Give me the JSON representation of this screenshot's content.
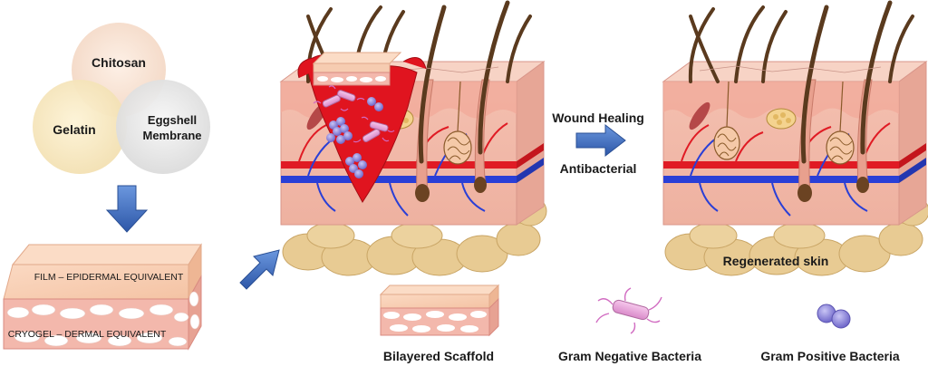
{
  "venn": {
    "circle_top": "Chitosan",
    "circle_left": "Gelatin",
    "circle_right_line1": "Eggshell",
    "circle_right_line2": "Membrane"
  },
  "scaffold": {
    "film_label": "FILM – EPIDERMAL EQUIVALENT",
    "cryogel_label": "CRYOGEL – DERMAL EQUIVALENT"
  },
  "process": {
    "healing_label": "Wound Healing",
    "antibacterial_label": "Antibacterial",
    "result_label": "Regenerated skin"
  },
  "legend": {
    "scaffold": "Bilayered Scaffold",
    "gram_negative": "Gram Negative Bacteria",
    "gram_positive": "Gram Positive Bacteria"
  },
  "colors": {
    "epidermis": "#f6c7b4",
    "dermis": "#f4b9a8",
    "fat": "#e6c88d",
    "blood_red": "#e01b24",
    "vessel_blue": "#2a3fd6",
    "arrow_blue": "#3a6cc4",
    "hair": "#5a3a1e"
  }
}
